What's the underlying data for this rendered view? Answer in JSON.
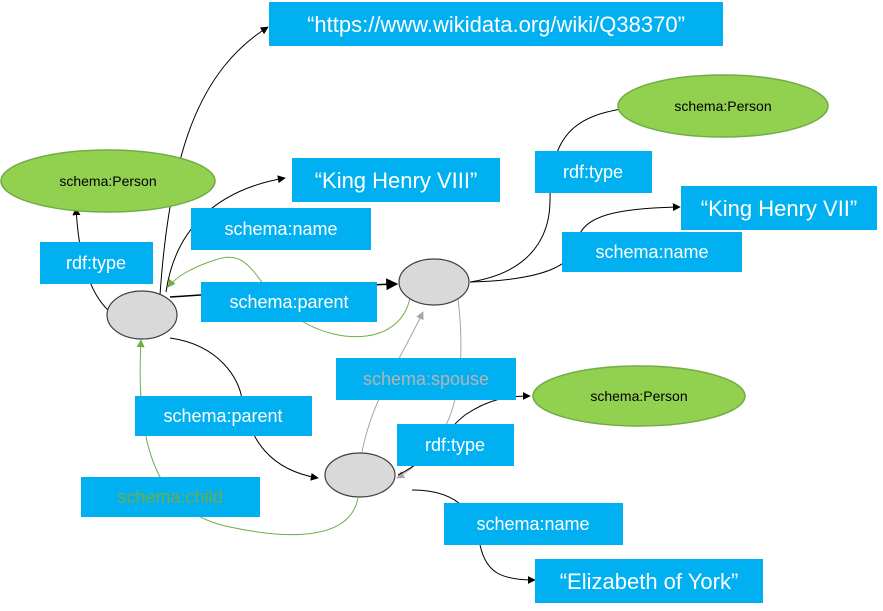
{
  "colors": {
    "label_box": "#00b0f0",
    "class_fill": "#92d050",
    "class_stroke": "#70ad47",
    "node_fill": "#d9d9d9",
    "node_stroke": "#404040",
    "edge_dark": "#000000",
    "edge_green": "#70ad47",
    "edge_gray": "#a6a6a6",
    "text_white": "#ffffff",
    "text_gray": "#b4b4b4",
    "text_green": "#70ad47",
    "text_dark": "#000000"
  },
  "literals": {
    "wikidata_url": "“https://www.wikidata.org/wiki/Q38370”",
    "henry_viii_name": "“King Henry VIII”",
    "henry_vii_name": "“King Henry VII”",
    "elizabeth_name": "“Elizabeth of York”"
  },
  "classes": {
    "person_left": "schema:Person",
    "person_top_right": "schema:Person",
    "person_mid_right": "schema:Person"
  },
  "edge_labels": {
    "rdf_type_left": "rdf:type",
    "name_left": "schema:name",
    "parent_top": "schema:parent",
    "rdf_type_right": "rdf:type",
    "name_right": "schema:name",
    "spouse": "schema:spouse",
    "parent_bottom": "schema:parent",
    "rdf_type_bottom": "rdf:type",
    "child": "schema:child",
    "name_bottom": "schema:name"
  }
}
